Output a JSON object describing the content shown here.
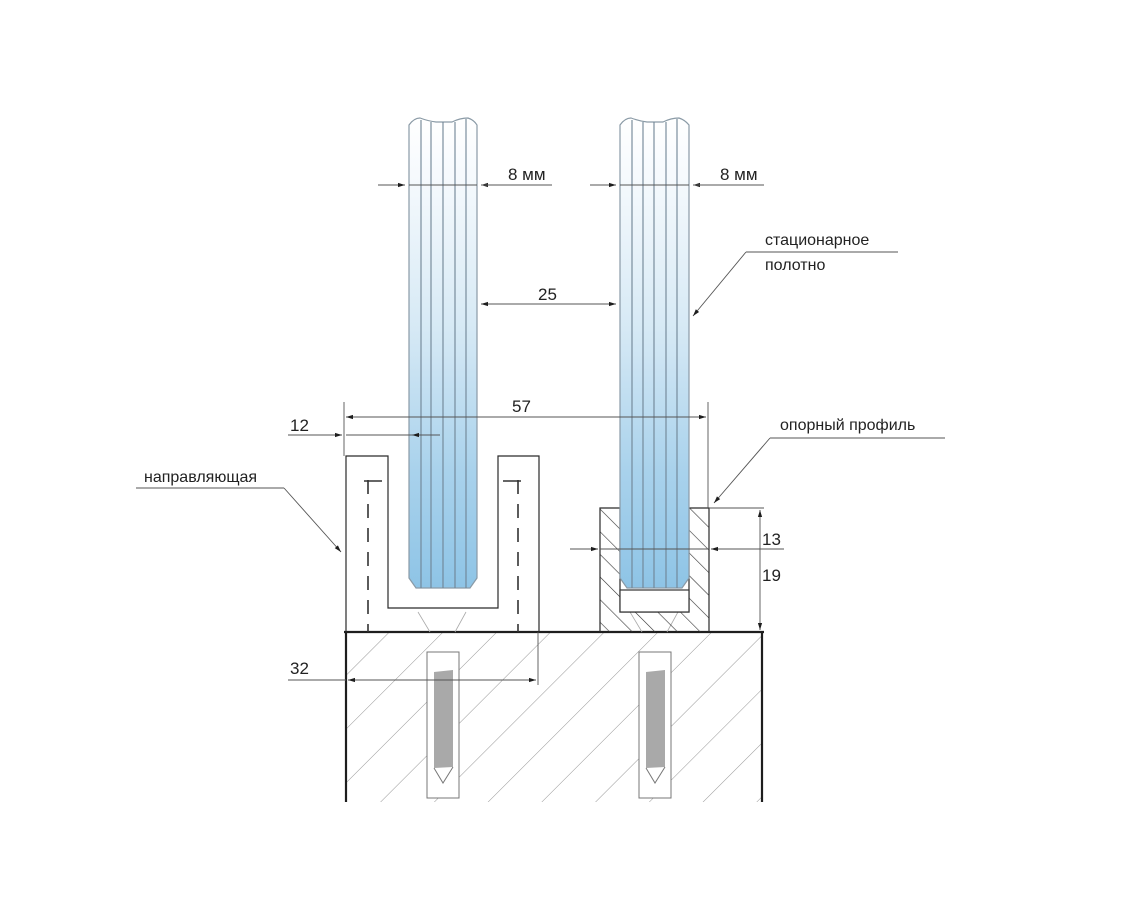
{
  "diagram": {
    "title": "Glass panel mounting cross-section",
    "dimensions": {
      "glass_left_thickness": "8 мм",
      "glass_right_thickness": "8 мм",
      "gap_between_panels": "25",
      "total_width": "57",
      "edge_offset": "12",
      "guide_width": "32",
      "support_depth_inner": "13",
      "support_height": "19"
    },
    "labels": {
      "stationary_panel_line1": "стационарное",
      "stationary_panel_line2": "полотно",
      "support_profile": "опорный профиль",
      "guide_rail": "направляющая"
    },
    "colors": {
      "glass_top": "#ffffff",
      "glass_bottom": "#8ec4e6",
      "outline": "#1e1e1e",
      "screw": "#a9a9a9",
      "hatch": "#8a8a8a"
    }
  }
}
